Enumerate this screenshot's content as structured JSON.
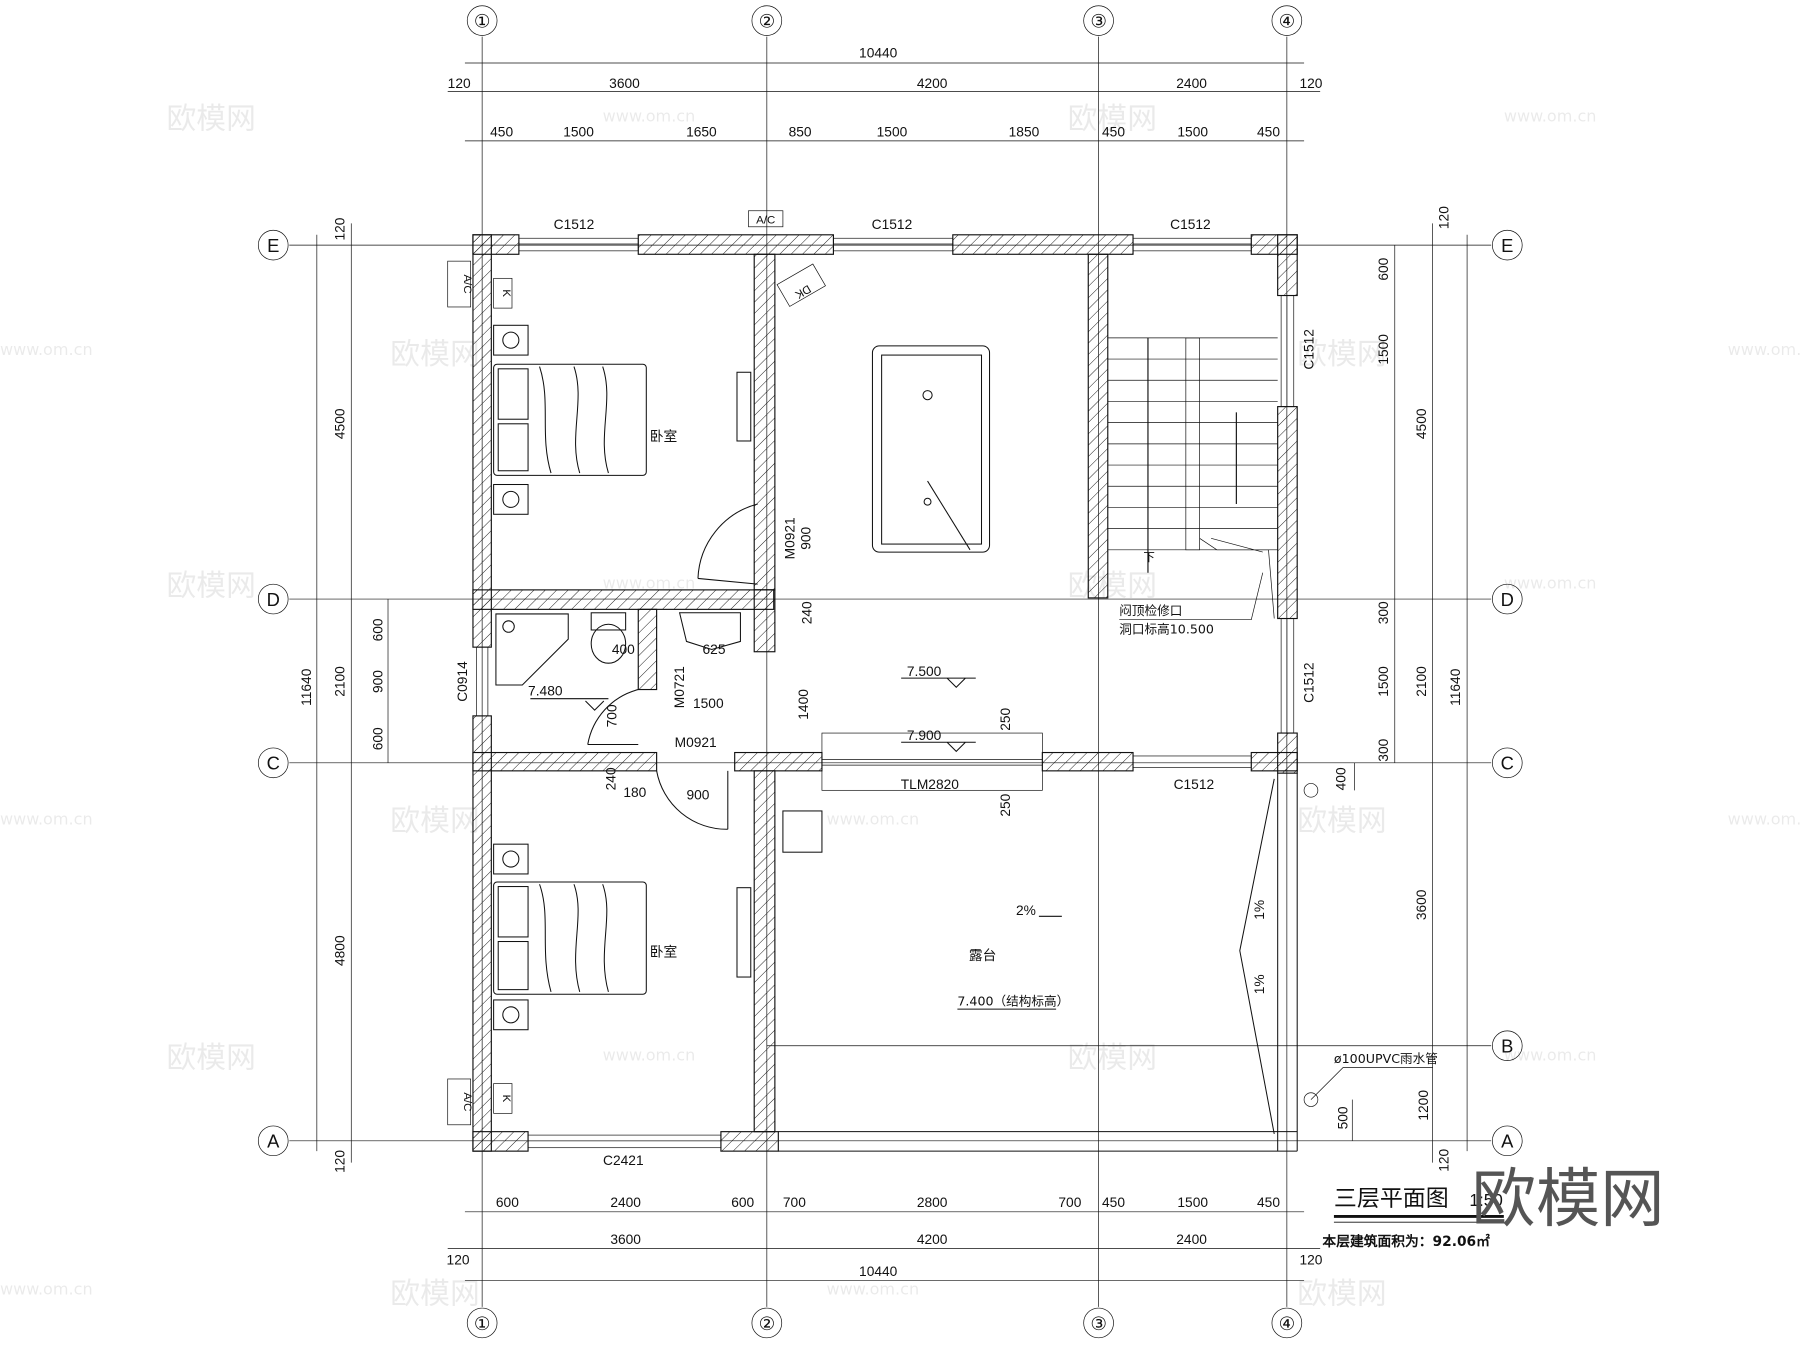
{
  "axes": {
    "cols": [
      "①",
      "②",
      "③",
      "④"
    ],
    "rows": [
      "E",
      "D",
      "C",
      "B",
      "A"
    ]
  },
  "dims": {
    "top_total": "10440",
    "top_mid": [
      "120",
      "3600",
      "4200",
      "2400",
      "120"
    ],
    "top_detail": [
      "450",
      "1500",
      "1650",
      "850",
      "1500",
      "1850",
      "450",
      "1500",
      "450"
    ],
    "bottom_detail": [
      "600",
      "2400",
      "600",
      "700",
      "2800",
      "700",
      "450",
      "1500",
      "450"
    ],
    "bottom_mid": [
      "120",
      "3600",
      "4200",
      "2400",
      "120"
    ],
    "bottom_total": "10440",
    "left_outer": [
      "120",
      "4500",
      "2100",
      "4800",
      "120"
    ],
    "left_total": "11640",
    "left_inner": [
      "600",
      "900",
      "600"
    ],
    "right_outer": [
      "120",
      "4500",
      "2100",
      "3600",
      "1200",
      "120"
    ],
    "right_total": "11640",
    "right_inner": [
      "600",
      "1500",
      "300",
      "1500",
      "300",
      "400",
      "500"
    ],
    "interior": [
      "400",
      "625",
      "1500",
      "700",
      "240",
      "180",
      "900",
      "240",
      "1400",
      "250",
      "250",
      "900"
    ]
  },
  "openings": {
    "top_windows": [
      "C1512",
      "C1512",
      "C1512"
    ],
    "right_windows": [
      "C1512",
      "C1512"
    ],
    "terrace_window": "C1512",
    "bottom_window": "C2421",
    "bath_window": "C0914",
    "sliding_door": "TLM2820",
    "doors": [
      "M0921",
      "M0721",
      "M0921"
    ],
    "ac_labels": [
      "A/C",
      "A/C",
      "A/C"
    ],
    "dk_label": "DK",
    "k_labels": [
      "K",
      "K"
    ]
  },
  "rooms": {
    "bedroom_top": "卧室",
    "bedroom_bottom": "卧室",
    "terrace": "露台",
    "stair_down": "下"
  },
  "elevations": {
    "hall": "7.500",
    "sliding": "7.900",
    "bath": "7.480",
    "terrace": "7.400（结构标高）",
    "slope_terrace": "2%",
    "slope_gutter": [
      "1%",
      "1%"
    ]
  },
  "notes": {
    "attic_hatch": "闷顶检修口",
    "attic_hatch_level": "洞口标高10.500",
    "downpipe": "ø100UPVC雨水管"
  },
  "title": {
    "name": "三层平面图",
    "scale": "1:50",
    "area": "本层建筑面积为：92.06㎡"
  },
  "watermark": {
    "logo": "欧模网",
    "url": "www.om.cn"
  }
}
